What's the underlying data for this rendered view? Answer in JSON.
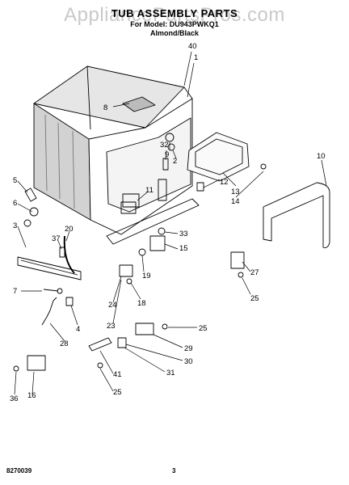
{
  "header": {
    "title": "TUB ASSEMBLY PARTS",
    "model": "For Model: DU943PWKQ1",
    "color": "Almond/Black"
  },
  "watermark": "AppliancePartsPros.com",
  "footer": {
    "doc_number": "8270039",
    "page_number": "3"
  },
  "callouts": [
    "40",
    "1",
    "8",
    "9",
    "2",
    "32",
    "10",
    "13",
    "12",
    "14",
    "11",
    "5",
    "6",
    "3",
    "20",
    "37",
    "33",
    "15",
    "27",
    "25",
    "7",
    "24",
    "19",
    "18",
    "4",
    "28",
    "23",
    "25",
    "29",
    "30",
    "31",
    "41",
    "25",
    "36",
    "16"
  ],
  "colors": {
    "ink": "#000000",
    "tub_shade": "#d9d9d9",
    "watermark": "#c9c9c9"
  }
}
